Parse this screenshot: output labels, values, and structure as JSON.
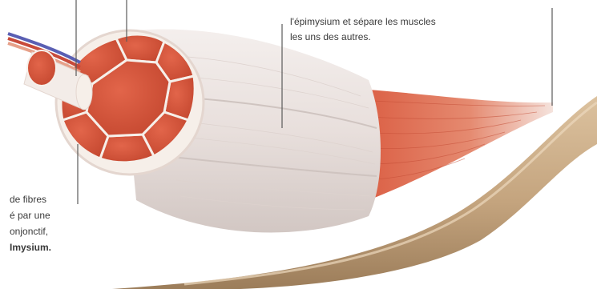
{
  "labels": {
    "top": [
      "",
      "l'épimysium et sépare les muscles",
      "les uns des autres."
    ],
    "left": [
      "de fibres",
      "é par une",
      "onjonctif,",
      "Imysium."
    ]
  },
  "colors": {
    "fascicle_red": "#d9573c",
    "fascicle_red_dark": "#b8402a",
    "membrane_white": "#f3ece8",
    "muscle_body": "#e9e1de",
    "muscle_shadow": "#d4cac6",
    "tendon": "#c9ab87",
    "tendon_shadow": "#a98a66",
    "leader_line": "#5a5a5a",
    "nerve_blue": "#5a5fb3",
    "nerve_red": "#c84a3a"
  }
}
